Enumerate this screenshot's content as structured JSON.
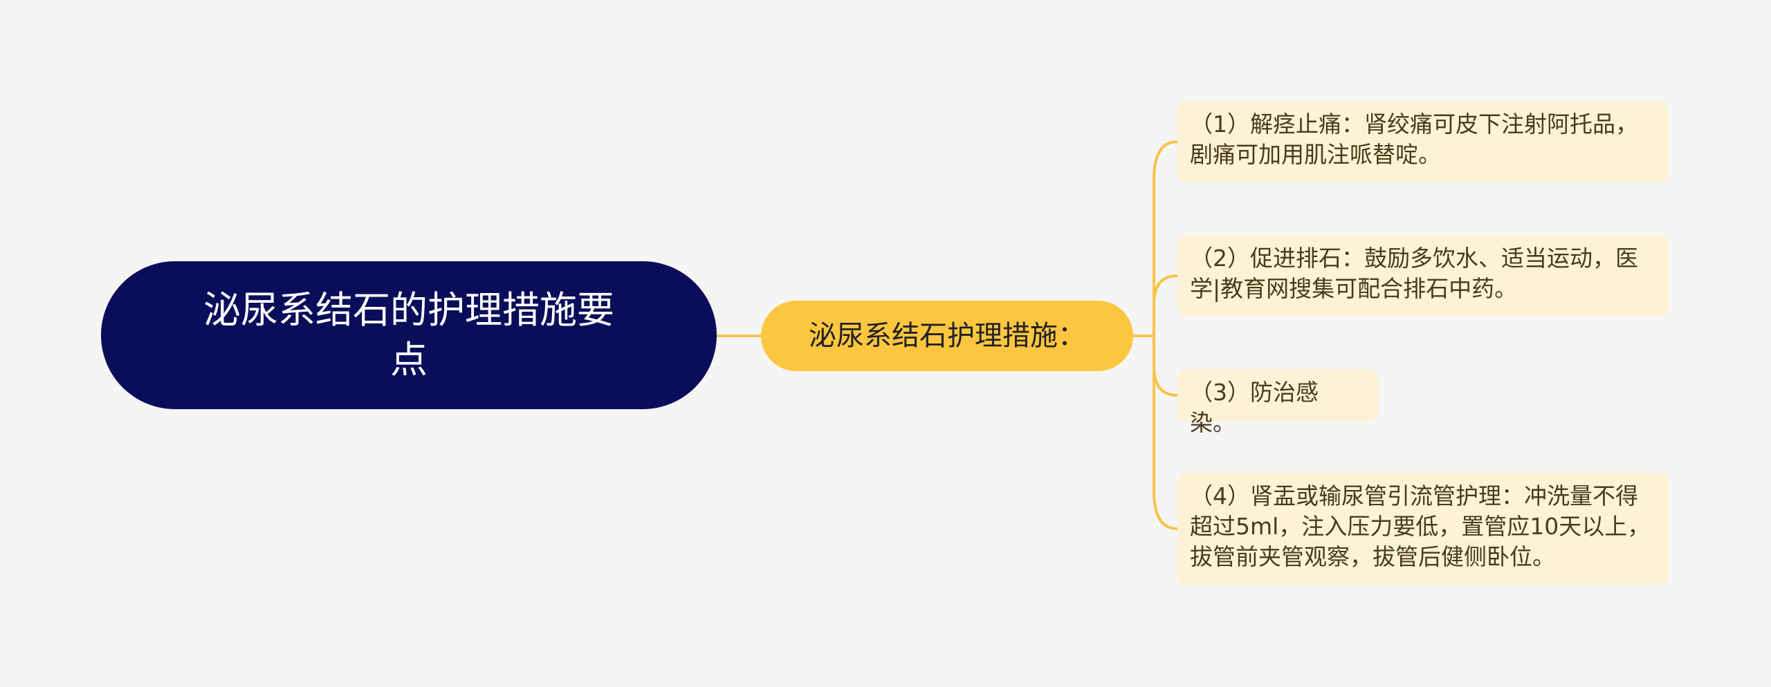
{
  "colors": {
    "background": "#f5f5f5",
    "root_fill": "#0a0e5a",
    "branch_fill": "#fdc640",
    "leaf_fill": "#fdf2d5",
    "connector": "#f7c44a"
  },
  "root": {
    "line1": "泌尿系结石的护理措施要",
    "line2": "点"
  },
  "branch": {
    "label": "泌尿系结石护理措施："
  },
  "leaves": [
    {
      "line1": "（1）解痉止痛：肾绞痛可皮下注射阿托品，",
      "line2": "剧痛可加用肌注哌替啶。"
    },
    {
      "line1": "（2）促进排石：鼓励多饮水、适当运动，医",
      "line2": "学|教育网搜集可配合排石中药。"
    },
    {
      "line1": "（3）防治感染。"
    },
    {
      "line1": "（4）肾盂或输尿管引流管护理：冲洗量不得",
      "line2": "超过5ml，注入压力要低，置管应10天以上，",
      "line3": "拔管前夹管观察，拔管后健侧卧位。"
    }
  ]
}
